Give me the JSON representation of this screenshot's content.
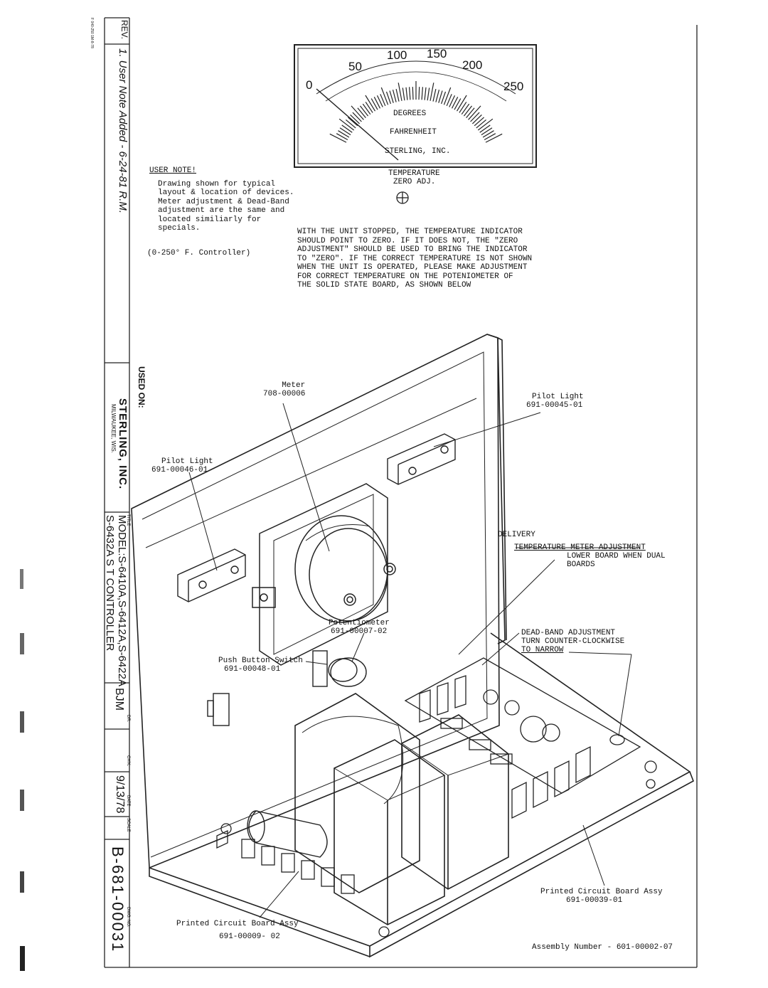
{
  "meter": {
    "scale_labels": [
      "0",
      "50",
      "100",
      "150",
      "200",
      "250"
    ],
    "face_lines": [
      "DEGREES",
      "FAHRENHEIT",
      "STERLING, INC."
    ],
    "zero_adj": [
      "TEMPERATURE",
      "ZERO ADJ."
    ]
  },
  "user_note": {
    "heading": "USER NOTE!",
    "lines": [
      "Drawing shown for typical",
      "layout & location of devices.",
      "Meter adjustment & Dead-Band",
      "adjustment are the same and",
      "located similiarly for",
      "specials."
    ],
    "range": "(0-250° F. Controller)"
  },
  "instructions": [
    "WITH THE UNIT STOPPED, THE TEMPERATURE INDICATOR",
    "SHOULD POINT TO ZERO. IF IT DOES NOT, THE \"ZERO",
    "ADJUSTMENT\" SHOULD BE USED TO BRING THE INDICATOR",
    "TO \"ZERO\". IF THE CORRECT TEMPERATURE IS NOT SHOWN",
    "WHEN THE UNIT IS OPERATED, PLEASE MAKE ADJUSTMENT",
    "FOR CORRECT TEMPERATURE ON THE POTENIOMETER OF",
    "THE SOLID STATE BOARD, AS SHOWN BELOW"
  ],
  "callouts": {
    "meter": [
      "Meter",
      "708-00006"
    ],
    "pilot_right": [
      "Pilot Light",
      "691-00045-01"
    ],
    "pilot_left": [
      "Pilot Light",
      "691-00046-01"
    ],
    "delivery": "DELIVERY",
    "temp_adj": [
      "TEMPERATURE METER ADJUSTMENT",
      "LOWER BOARD WHEN DUAL",
      "BOARDS"
    ],
    "potentiometer": [
      "Potentiometer",
      "691-00007-02"
    ],
    "push_button": [
      "Push Button Switch",
      "691-00048-01"
    ],
    "deadband": [
      "DEAD-BAND ADJUSTMENT",
      "TURN COUNTER-CLOCKWISE",
      "TO NARROW"
    ],
    "pcb_right": [
      "Printed Circuit Board Assy",
      "691-00039-01"
    ],
    "pcb_left": [
      "Printed Circuit Board Assy",
      "691-00009- 02"
    ],
    "assembly": "Assembly Number  -  601-00002-07"
  },
  "title_block": {
    "rev_label": "REV.",
    "rev_note": "1. User Note Added - 6-24-81 R.M.",
    "used_on": "USED ON:",
    "company": "STERLING, INC.",
    "city": "MILWAUKEE, WIS.",
    "title_tag": "TITLE",
    "title_line1": "MODEL:S-6410A,S-6412A,S-6422A",
    "title_line2": "S-6432A  S T CONTROLLER",
    "dr_tag": "DR.",
    "dr_value": "BJM",
    "chk_tag": "CH'K.",
    "date_tag": "DATE",
    "date_value": "9/13/78",
    "scale_tag": "SCALE",
    "dwg_tag": "DWG. NO.",
    "dwg_no": "B-681-00031",
    "side_code": "F 040-250 1M-8-78"
  }
}
